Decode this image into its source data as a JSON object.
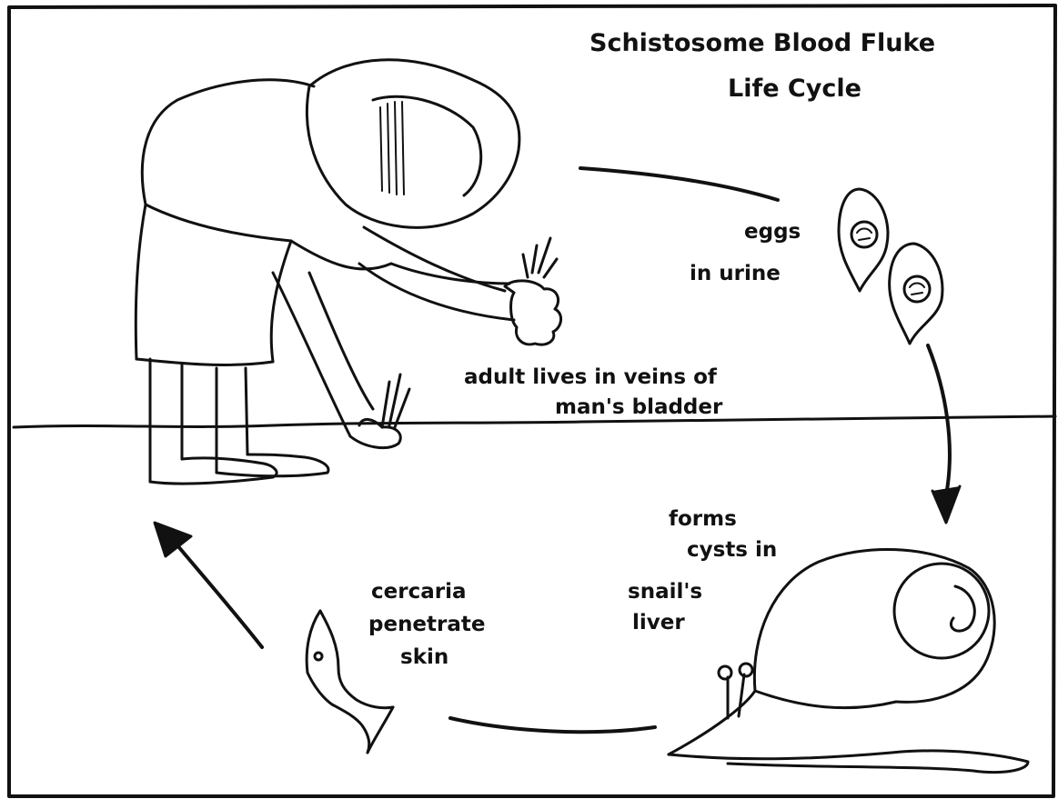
{
  "title": {
    "line1": "Schistosome Blood Fluke",
    "line2": "Life Cycle"
  },
  "labels": {
    "eggs": [
      "eggs",
      "in urine"
    ],
    "adult": [
      "adult lives in veins of",
      "man's bladder"
    ],
    "snail": [
      "forms",
      "cysts in",
      "snail's",
      "liver"
    ],
    "cercaria": [
      "cercaria",
      "penetrate",
      "skin"
    ]
  },
  "icons": {
    "man": "farmer-icon",
    "eggs": "egg-icon",
    "snail": "snail-icon",
    "cercaria": "cercaria-icon"
  },
  "colors": {
    "ink": "#111111",
    "paper": "#ffffff"
  }
}
